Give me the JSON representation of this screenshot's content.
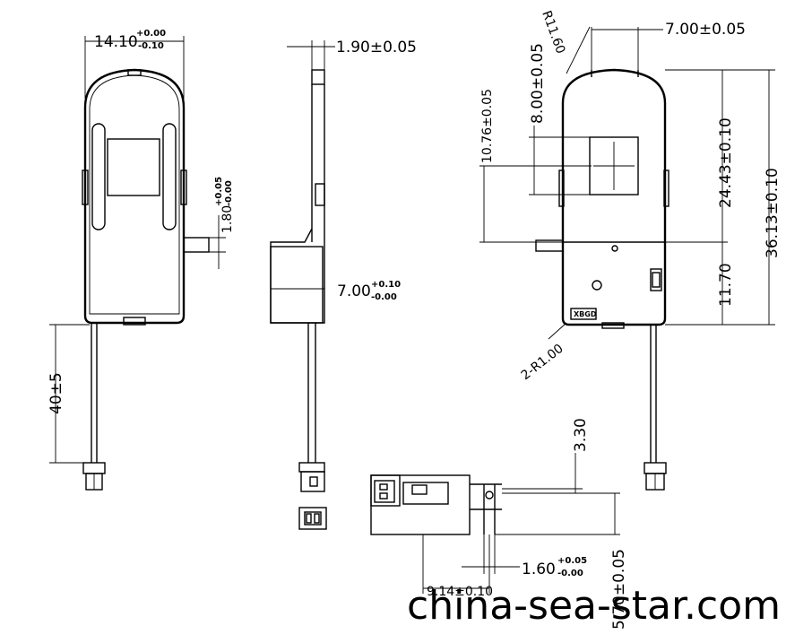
{
  "dimensions": {
    "front_width_main": "14.10",
    "front_width_tol_upper": "+0.00",
    "front_width_tol_lower": "-0.10",
    "tab_height_main": "1.80",
    "tab_height_tol_upper": "+0.05",
    "tab_height_tol_lower": "-0.00",
    "cable_length": "40±5",
    "side_thickness": "1.90±0.05",
    "side_depth_main": "7.00",
    "side_depth_tol_upper": "+0.10",
    "side_depth_tol_lower": "-0.00",
    "corner_radius": "R11.60",
    "top_width": "7.00±0.05",
    "window_height": "8.00±0.05",
    "window_offset": "10.76±0.05",
    "upper_height": "24.43±0.10",
    "total_height": "36.13±0.10",
    "lower_height": "11.70",
    "small_radius": "2-R1.00",
    "connector_height": "3.30",
    "slot_width_main": "1.60",
    "slot_width_tol_upper": "+0.05",
    "slot_width_tol_lower": "-0.00",
    "body_width": "9.14±0.10",
    "body_height": "5.70±0.05"
  },
  "logo_mark": "XBGD",
  "watermark": "china-sea-star.com"
}
